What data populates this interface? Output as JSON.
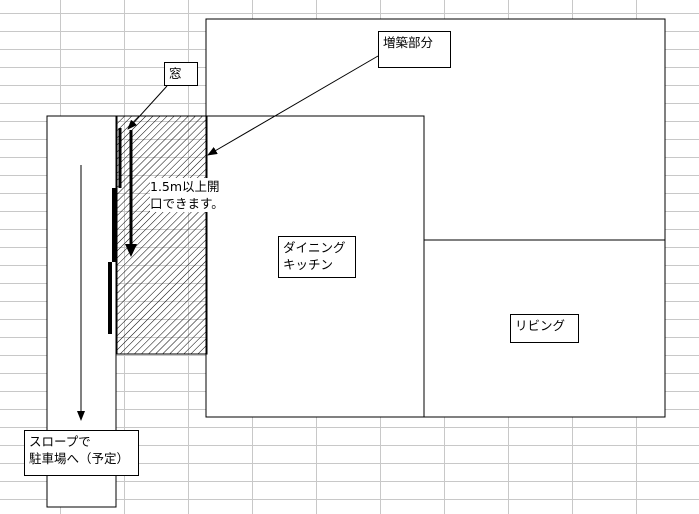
{
  "labels": {
    "addition": "増築部分",
    "window": "窓",
    "opening_line1": "1.5m以上開",
    "opening_line2": "口できます。",
    "dining_line1": "ダイニング",
    "dining_line2": "キッチン",
    "living": "リビング",
    "slope_line1": "スロープで",
    "slope_line2": "駐車場へ（予定）"
  }
}
